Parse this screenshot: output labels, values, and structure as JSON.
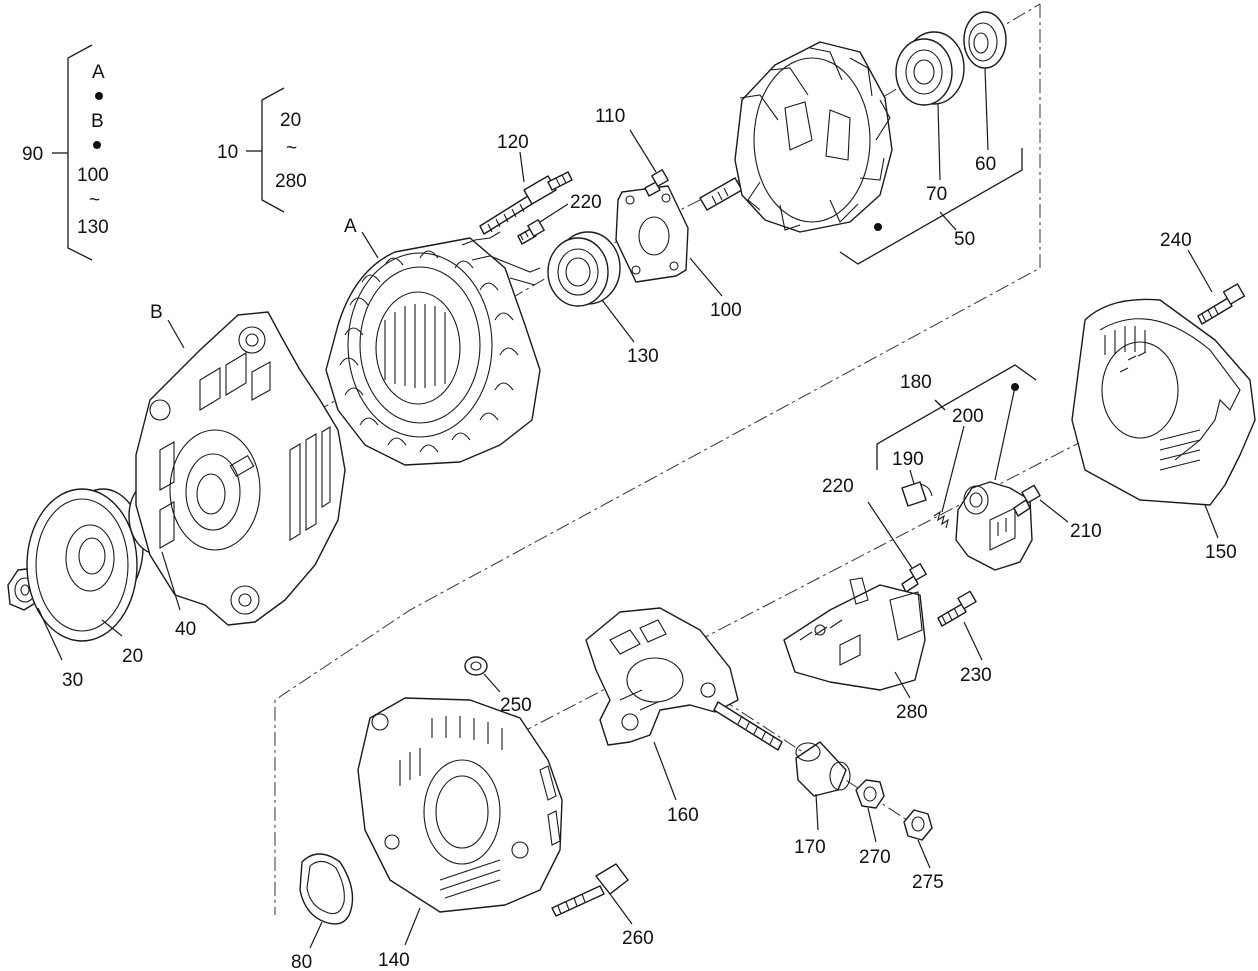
{
  "groups": {
    "g90": {
      "number": "90",
      "items": [
        "A",
        "B",
        "100",
        "~",
        "130"
      ]
    },
    "g10": {
      "number": "10",
      "items": [
        "20",
        "~",
        "280"
      ]
    }
  },
  "labels": {
    "A": "A",
    "B": "B",
    "n20": "20",
    "n30": "30",
    "n40": "40",
    "n50": "50",
    "n60": "60",
    "n70": "70",
    "n80": "80",
    "n100": "100",
    "n110": "110",
    "n120": "120",
    "n130": "130",
    "n140": "140",
    "n150": "150",
    "n160": "160",
    "n170": "170",
    "n180": "180",
    "n190": "190",
    "n200": "200",
    "n210": "210",
    "n220a": "220",
    "n220b": "220",
    "n230": "230",
    "n240": "240",
    "n250": "250",
    "n260": "260",
    "n270": "270",
    "n275": "275",
    "n280": "280"
  }
}
